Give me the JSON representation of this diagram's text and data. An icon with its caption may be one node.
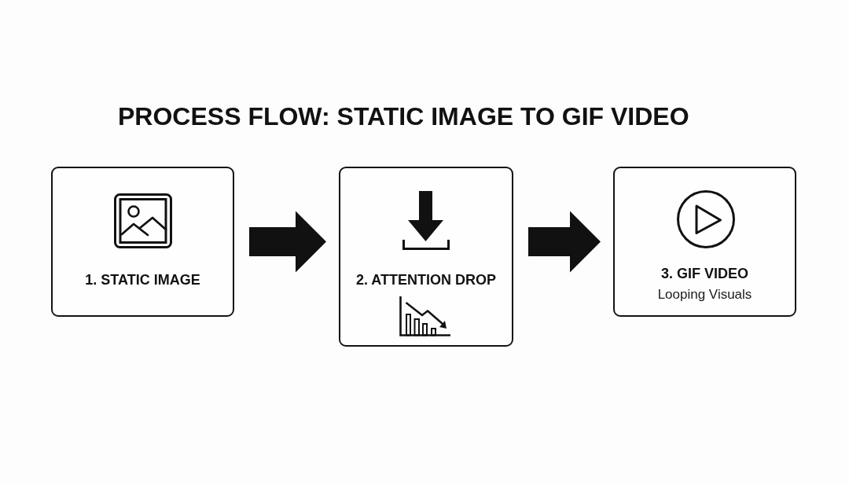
{
  "diagram": {
    "title": "PROCESS FLOW: STATIC IMAGE TO GIF VIDEO",
    "nodes": [
      {
        "text": [
          "1. STATIC IMAGE"
        ]
      },
      {
        "text": [
          "2. ATTENTION DROP"
        ]
      },
      {
        "text": [
          "3. GIF VIDEO",
          "Looping Visuals"
        ]
      }
    ],
    "edges": [
      {
        "from": 0,
        "to": 1,
        "arrow": "to"
      },
      {
        "from": 1,
        "to": 2,
        "arrow": "to"
      }
    ]
  }
}
